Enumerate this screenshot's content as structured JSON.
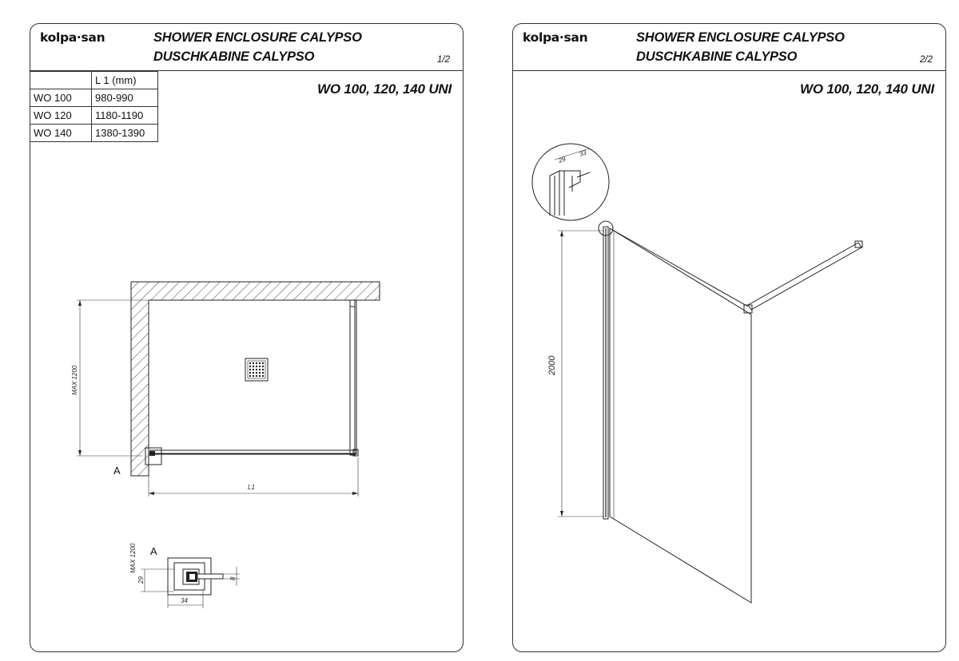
{
  "sheets": [
    {
      "logo": "kolpa·san",
      "title_en": "SHOWER ENCLOSURE CALYPSO",
      "title_de": "DUSCHKABINE CALYPSO",
      "page": "1/2",
      "models": "WO 100, 120, 140  UNI",
      "table": {
        "header": [
          "",
          "L 1 (mm)"
        ],
        "rows": [
          [
            "WO 100",
            "980-990"
          ],
          [
            "WO 120",
            "1180-1190"
          ],
          [
            "WO 140",
            "1380-1390"
          ]
        ]
      },
      "drawing": {
        "dim_depth": "MAX 1200",
        "dim_width": "L1",
        "detail_label": "A",
        "detail": {
          "label": "A",
          "dim_depth": "MAX 1200",
          "dim_29": "29",
          "dim_34": "34",
          "dim_8": "8"
        }
      }
    },
    {
      "logo": "kolpa·san",
      "title_en": "SHOWER ENCLOSURE CALYPSO",
      "title_de": "DUSCHKABINE CALYPSO",
      "page": "2/2",
      "models": "WO 100, 120, 140  UNI",
      "drawing": {
        "dim_height": "2000",
        "detail_dim_a": "29",
        "detail_dim_b": "33"
      }
    }
  ]
}
